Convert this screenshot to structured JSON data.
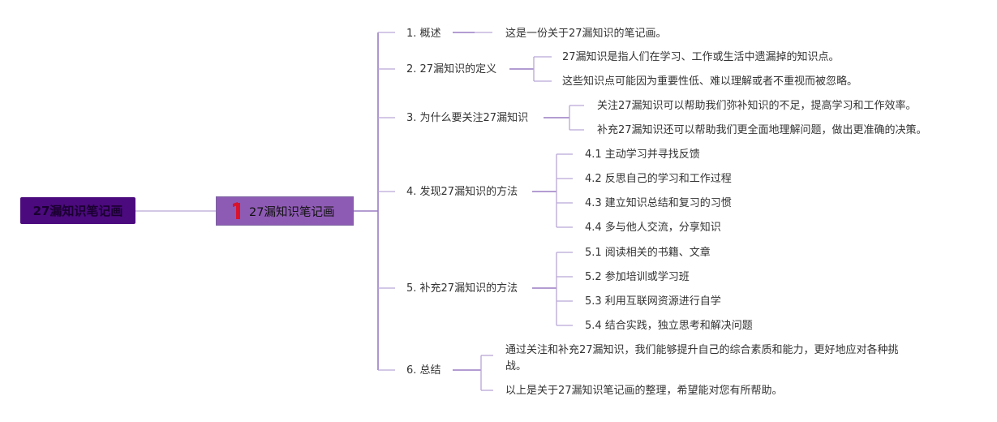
{
  "root": {
    "label": "27漏知识笔记画"
  },
  "center": {
    "label": "27漏知识笔记画",
    "icon": "flag-icon"
  },
  "branches": [
    {
      "label": "1. 概述",
      "children": [
        "这是一份关于27漏知识的笔记画。"
      ]
    },
    {
      "label": "2. 27漏知识的定义",
      "children": [
        "27漏知识是指人们在学习、工作或生活中遗漏掉的知识点。",
        "这些知识点可能因为重要性低、难以理解或者不重视而被忽略。"
      ]
    },
    {
      "label": "3. 为什么要关注27漏知识",
      "children": [
        "关注27漏知识可以帮助我们弥补知识的不足，提高学习和工作效率。",
        "补充27漏知识还可以帮助我们更全面地理解问题，做出更准确的决策。"
      ]
    },
    {
      "label": "4. 发现27漏知识的方法",
      "children": [
        "4.1 主动学习并寻找反馈",
        "4.2 反思自己的学习和工作过程",
        "4.3 建立知识总结和复习的习惯",
        "4.4 多与他人交流，分享知识"
      ]
    },
    {
      "label": "5. 补充27漏知识的方法",
      "children": [
        "5.1 阅读相关的书籍、文章",
        "5.2 参加培训或学习班",
        "5.3 利用互联网资源进行自学",
        "5.4 结合实践，独立思考和解决问题"
      ]
    },
    {
      "label": "6. 总结",
      "children": [
        "通过关注和补充27漏知识，我们能够提升自己的综合素质和能力，更好地应对各种挑战。",
        "以上是关于27漏知识笔记画的整理，希望能对您有所帮助。"
      ]
    }
  ],
  "colors": {
    "root_bg": "#4b0a7d",
    "center_bg": "#8e5bb4",
    "connector": "#b9a6d6",
    "flag": "#d9132b"
  }
}
